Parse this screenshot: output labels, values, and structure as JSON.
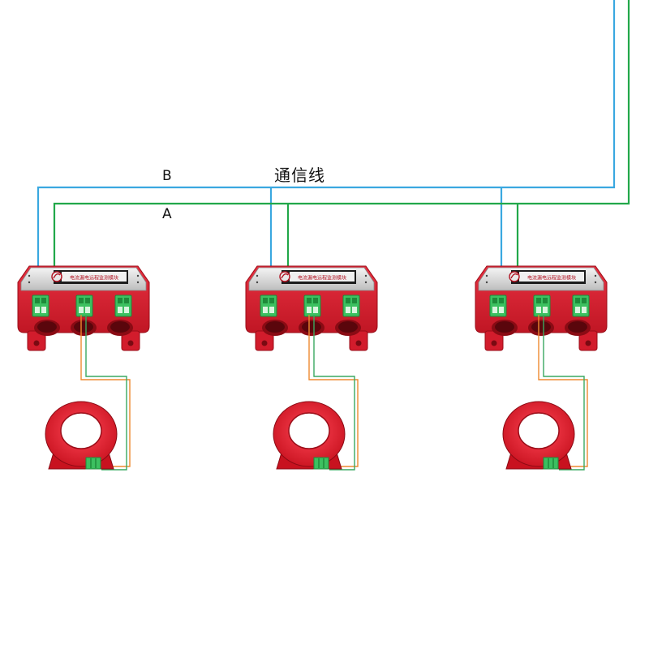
{
  "diagram": {
    "title": "通信线",
    "bus_labels": {
      "B": "B",
      "A": "A"
    },
    "module_count": 3,
    "module_front_text": "电流漏电远程监测模块",
    "colors": {
      "line_B": "#3aa8e0",
      "line_A": "#22a84a",
      "lead_orange": "#ee8a30",
      "lead_green": "#3aa860",
      "module_red": "#dd1e2e",
      "terminal_green": "#3cc060",
      "ct_red": "#dd1e2e"
    },
    "icons": [
      "module-logo-icon",
      "terminal-block-icon",
      "current-transformer-icon"
    ]
  }
}
